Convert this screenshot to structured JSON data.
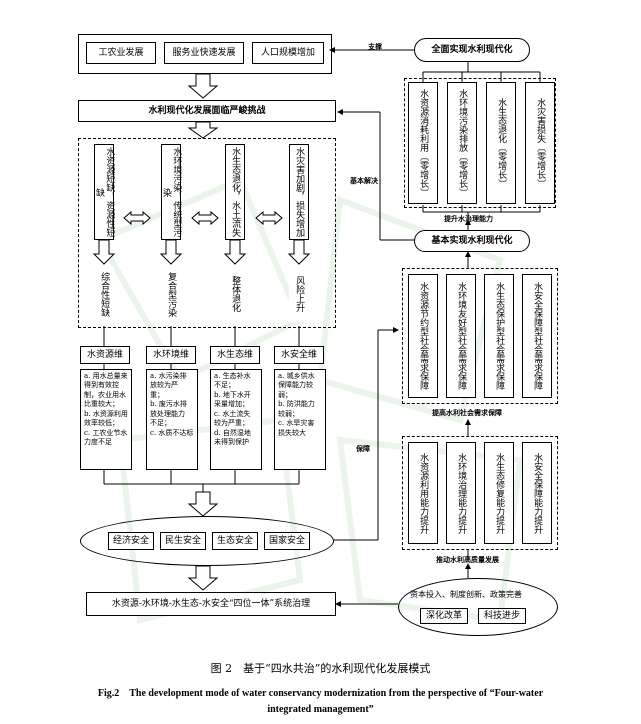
{
  "top_drivers": [
    "工农业发展",
    "服务业快速发展",
    "人口规模增加"
  ],
  "support_label": "支撑",
  "goal_full": "全面实现水利现代化",
  "goal_full_items": [
    {
      "name": "水资源消耗利用",
      "tag": "〔零增长〕"
    },
    {
      "name": "水环境污染排放",
      "tag": "〔零增长〕"
    },
    {
      "name": "水生态退化",
      "tag": "〔零增长〕"
    },
    {
      "name": "水灾害损失",
      "tag": "〔零增长〕"
    }
  ],
  "capacity_label": "提升水治理能力",
  "challenge": "水利现代化发展面临严峻挑战",
  "basic_solve_label": "基本解决",
  "goal_basic": "基本实现水利现代化",
  "problems": [
    {
      "top": "水资源短缺，资源性短缺",
      "bottom": "综合性短缺"
    },
    {
      "top": "水环境污染，传统型污染",
      "bottom": "复合型污染"
    },
    {
      "top": "水生态退化，水土流失",
      "bottom": "整体退化"
    },
    {
      "top": "水灾害加剧，损失增加",
      "bottom": "风险上升"
    }
  ],
  "guarantees": [
    "水资源节约型社会需求保障",
    "水环境友好型社会需求保障",
    "水生态保护型社会需求保障",
    "水安全保障型社会需求保障"
  ],
  "guarantee_label": "提高水利社会需求保障",
  "guarantee_side_label": "保障",
  "dimensions": [
    "水资源维",
    "水环境维",
    "水生态维",
    "水安全维"
  ],
  "dimension_notes": [
    [
      "a. 用水总量来",
      "得到有效控",
      "制，农业用水",
      "比重较大；",
      "b. 水资源利用",
      "效率较低；",
      "c. 工农业节水",
      "力度不足"
    ],
    [
      "a. 水污染排",
      "放较为严",
      "重；",
      "b. 废污水排",
      "放处理能力",
      "不足；",
      "c. 水质不达标"
    ],
    [
      "a. 生态补水",
      "不足；",
      "b. 地下水开",
      "采量增加；",
      "c. 水土流失",
      "较为严重；",
      "d. 自然湿地",
      "未得到保护"
    ],
    [
      "a. 城乡供水",
      "保障能力较",
      "弱；",
      "b. 防洪能力",
      "较弱；",
      "c. 水旱灾害",
      "损失较大"
    ]
  ],
  "capabilities": [
    "水资源利用能力提升",
    "水环境治理能力提升",
    "水生态修复能力提升",
    "水安全保障能力提升"
  ],
  "high_quality_label": "推动水利高质量发展",
  "securities": [
    "经济安全",
    "民生安全",
    "生态安全",
    "国家安全"
  ],
  "governance": "水资源-水环境-水生态-水安全“四位一体”系统治理",
  "drivers_title": "资本投入、制度创新、政策完善",
  "drivers": [
    "深化改革",
    "科技进步"
  ],
  "caption_cn": "图 2　基于“四水共治”的水利现代化发展模式",
  "caption_en_1": "Fig.2　The development mode of water conservancy modernization from the perspective of “Four-water",
  "caption_en_2": "integrated management”",
  "watermark": "中国科学"
}
